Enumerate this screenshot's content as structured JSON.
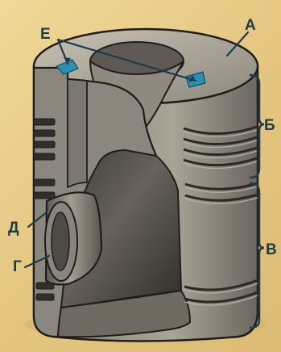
{
  "labels": {
    "e": "Е",
    "a": "А",
    "b": "Б",
    "v": "В",
    "d": "Д",
    "g": "Г"
  },
  "colors": {
    "background": "#e9d08d",
    "piston_body": "#8f8a80",
    "piston_dark": "#4a4641",
    "annotation": "#1e3b48",
    "cut_highlight": "#2b8fb2"
  }
}
